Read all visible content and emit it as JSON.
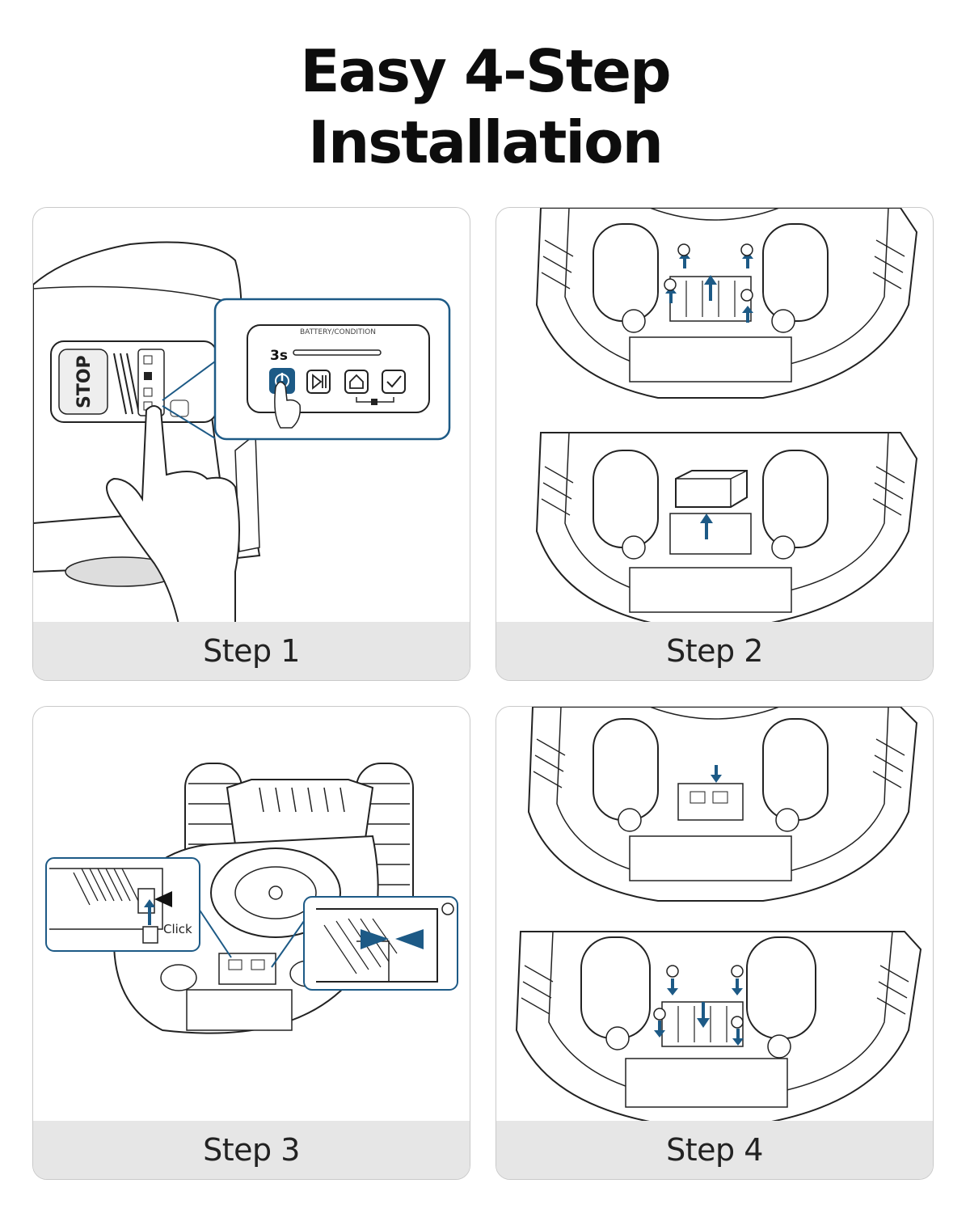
{
  "title": {
    "line1": "Easy 4-Step",
    "line2": "Installation"
  },
  "accent_color": "#1d5a86",
  "steps": [
    {
      "label": "Step 1",
      "callout": {
        "header": "BATTERY/CONDITION",
        "hold_time": "3s",
        "stop_label": "STOP",
        "icons": [
          "power-icon",
          "play-pause-icon",
          "home-icon",
          "check-icon"
        ]
      }
    },
    {
      "label": "Step 2"
    },
    {
      "label": "Step 3",
      "callout": {
        "click_label": "Click"
      }
    },
    {
      "label": "Step 4"
    }
  ]
}
